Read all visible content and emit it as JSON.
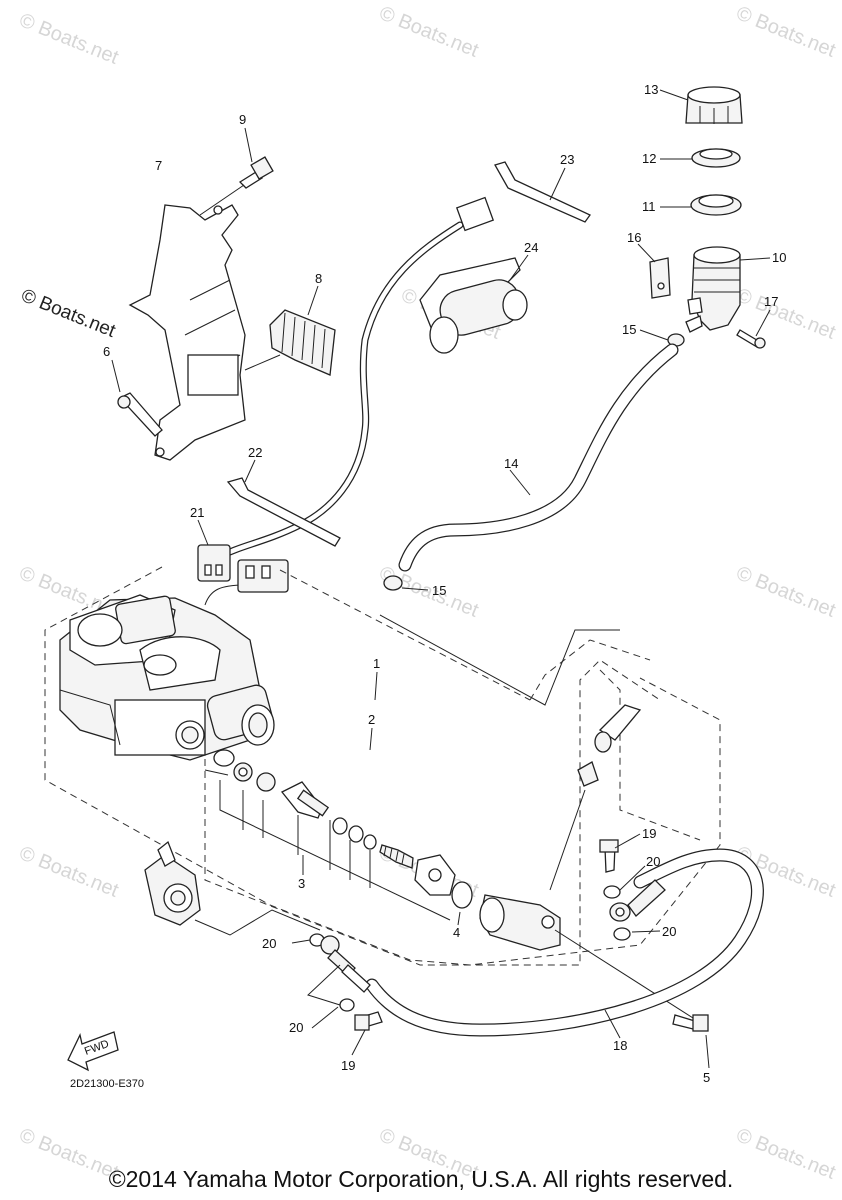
{
  "watermarks": {
    "faint": "© Boats.net",
    "prominent": "© Boats.net"
  },
  "callouts": {
    "c1": "1",
    "c2": "2",
    "c3": "3",
    "c4": "4",
    "c5": "5",
    "c6": "6",
    "c7": "7",
    "c8": "8",
    "c9": "9",
    "c10": "10",
    "c11": "11",
    "c12": "12",
    "c13": "13",
    "c14": "14",
    "c15a": "15",
    "c15b": "15",
    "c16": "16",
    "c17": "17",
    "c18": "18",
    "c19a": "19",
    "c19b": "19",
    "c20a": "20",
    "c20b": "20",
    "c20c": "20",
    "c20d": "20",
    "c21": "21",
    "c22": "22",
    "c23": "23",
    "c24": "24"
  },
  "fwd_label": "FWD",
  "diagram_code": "2D21300-E370",
  "copyright": "©2014 Yamaha Motor Corporation, U.S.A. All rights reserved."
}
